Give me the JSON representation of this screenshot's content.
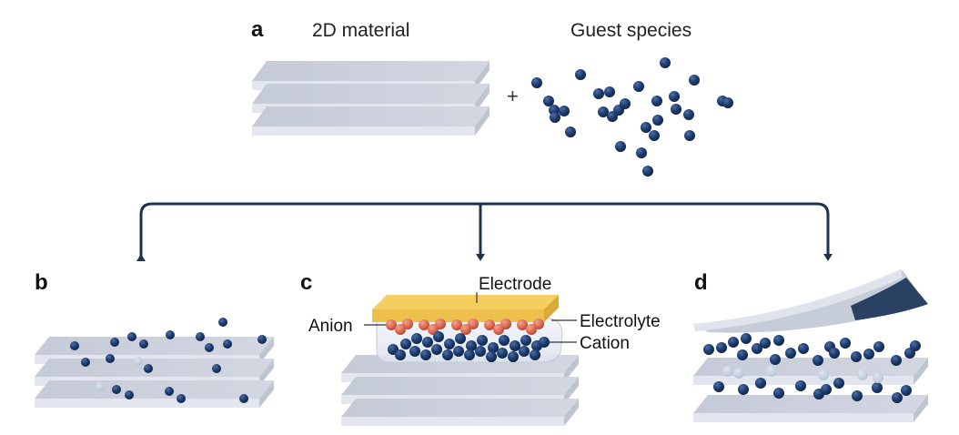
{
  "panels": {
    "a": {
      "letter": "a",
      "material_label": "2D material",
      "guest_label": "Guest species",
      "plus": "+"
    },
    "b": {
      "letter": "b"
    },
    "c": {
      "letter": "c",
      "electrode_label": "Electrode",
      "anion_label": "Anion",
      "electrolyte_label": "Electrolyte",
      "cation_label": "Cation"
    },
    "d": {
      "letter": "d"
    }
  },
  "colors": {
    "sheet_top": "#c9ceda",
    "sheet_side": "#dfe2ea",
    "guest": "#1f3f72",
    "anion": "#e0735a",
    "electrode": "#f0c74e",
    "arrow": "#1d3150",
    "peel_dark": "#2a4163"
  }
}
